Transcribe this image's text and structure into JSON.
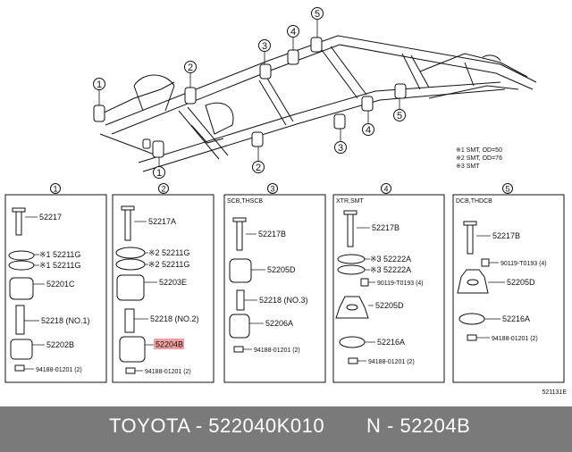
{
  "callouts": [
    "1",
    "2",
    "3",
    "4",
    "5"
  ],
  "notes": [
    "※1 SMT, OD=50",
    "※2 SMT, OD=76",
    "※3 SMT"
  ],
  "panels": [
    {
      "number": "1",
      "caption": "",
      "parts": [
        {
          "label": "52217"
        },
        {
          "label": "※1 52211G"
        },
        {
          "label": "※1 52211G"
        },
        {
          "label": "52201C"
        },
        {
          "label": "52218 (NO.1)"
        },
        {
          "label": "52202B"
        },
        {
          "label": "94188-01201 (2)"
        }
      ]
    },
    {
      "number": "2",
      "caption": "",
      "parts": [
        {
          "label": "52217A"
        },
        {
          "label": "※2 52211G"
        },
        {
          "label": "※2 52211G"
        },
        {
          "label": "52203E"
        },
        {
          "label": "52218 (NO.2)"
        },
        {
          "label": "52204B",
          "highlight": true
        },
        {
          "label": "94188-01201 (2)"
        }
      ]
    },
    {
      "number": "3",
      "caption": "SCB,THSCB",
      "parts": [
        {
          "label": "52217B"
        },
        {
          "label": "52205D"
        },
        {
          "label": "52218 (NO.3)"
        },
        {
          "label": "52206A"
        },
        {
          "label": "94188-01201 (2)"
        }
      ]
    },
    {
      "number": "4",
      "caption": "XTR,SMT",
      "parts": [
        {
          "label": "52217B"
        },
        {
          "label": "※3 52222A"
        },
        {
          "label": "※3 52222A"
        },
        {
          "label": "90119-T0193 (4)"
        },
        {
          "label": "52205D"
        },
        {
          "label": "52216A"
        },
        {
          "label": "94188-01201 (2)"
        }
      ]
    },
    {
      "number": "5",
      "caption": "DCB,THDCB",
      "parts": [
        {
          "label": "52217B"
        },
        {
          "label": "90119-T0193 (4)"
        },
        {
          "label": "52205D"
        },
        {
          "label": "52216A"
        },
        {
          "label": "94188-01201 (2)"
        }
      ]
    }
  ],
  "figure_code": "521131E",
  "footer": {
    "left": "TOYOTA - 522040K010",
    "right": "N - 52204B"
  },
  "colors": {
    "highlight": "#f4a0a0",
    "footer_bg": "#7a7a7a"
  }
}
